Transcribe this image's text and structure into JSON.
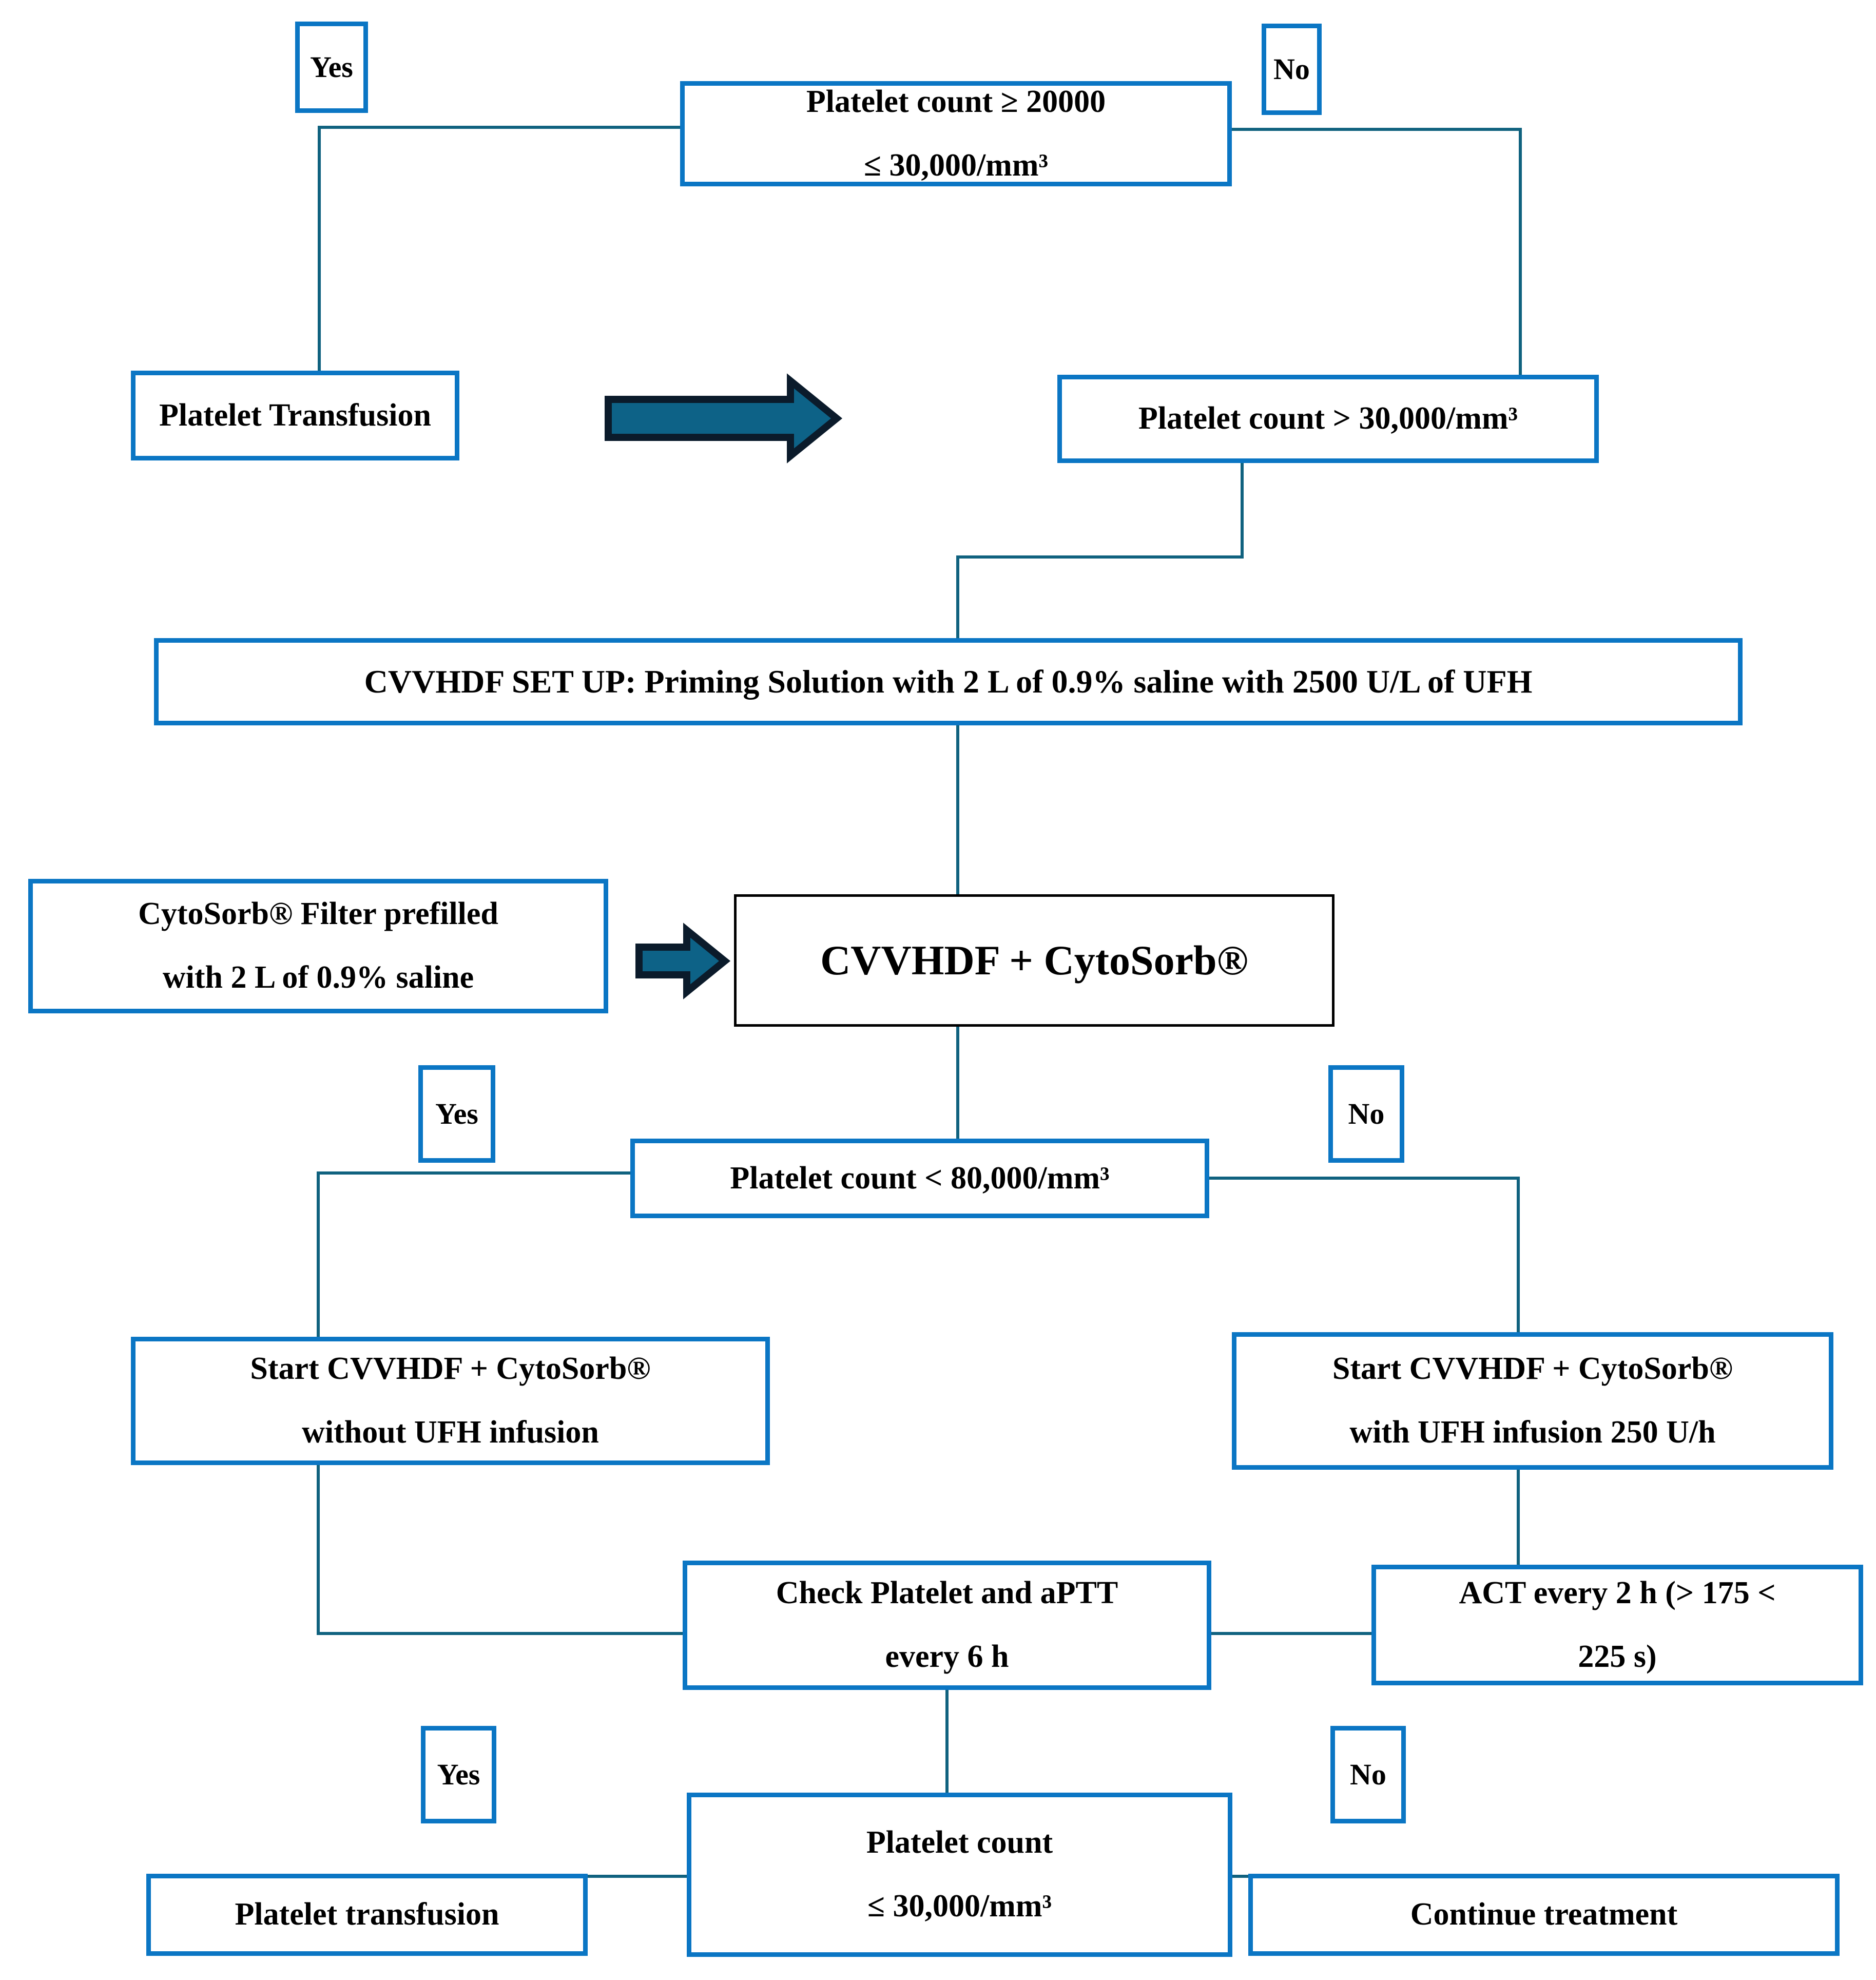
{
  "diagram": {
    "title": "CVVHDF + CytoSorb anticoagulation and platelet management algorithm",
    "colors": {
      "node_border": "#0b76c4",
      "plain_node_border": "#000000",
      "connector": "#10627f",
      "block_arrow_fill": "#0d6287",
      "block_arrow_outline": "#0b1b2b",
      "background": "#ffffff",
      "text": "#000000"
    }
  },
  "nodes": {
    "yes_1": {
      "label": "Yes"
    },
    "no_1": {
      "label": "No"
    },
    "decision_1": {
      "line1": "Platelet count ≥ 20000",
      "line2": "≤ 30,000/mm³"
    },
    "platelet_transfusion_1": {
      "label": "Platelet Transfusion"
    },
    "platelet_count_gt_30000": {
      "label": "Platelet count > 30,000/mm³"
    },
    "cvvhdf_setup": {
      "label": "CVVHDF SET UP: Priming Solution with 2 L of 0.9% saline with 2500 U/L of UFH"
    },
    "cytosorb_filter": {
      "line1": "CytoSorb® Filter prefilled",
      "line2": "with 2 L of 0.9% saline"
    },
    "cvvhdf_cytosorb": {
      "label": "CVVHDF + CytoSorb®"
    },
    "yes_2": {
      "label": "Yes"
    },
    "no_2": {
      "label": "No"
    },
    "decision_2": {
      "label": "Platelet count < 80,000/mm³"
    },
    "start_without_ufh": {
      "line1": "Start CVVHDF + CytoSorb®",
      "line2": "without UFH infusion"
    },
    "start_with_ufh": {
      "line1": "Start CVVHDF + CytoSorb®",
      "line2": "with UFH infusion 250 U/h"
    },
    "check_platelet_aptt": {
      "line1": "Check Platelet and aPTT",
      "line2": "every 6 h"
    },
    "act_every_2h": {
      "line1": "ACT every 2 h (> 175 <",
      "line2": "225 s)"
    },
    "yes_3": {
      "label": "Yes"
    },
    "no_3": {
      "label": "No"
    },
    "decision_3": {
      "line1": "Platelet count",
      "line2": "≤ 30,000/mm³"
    },
    "platelet_transfusion_2": {
      "label": "Platelet transfusion"
    },
    "continue_treatment": {
      "label": "Continue treatment"
    }
  }
}
